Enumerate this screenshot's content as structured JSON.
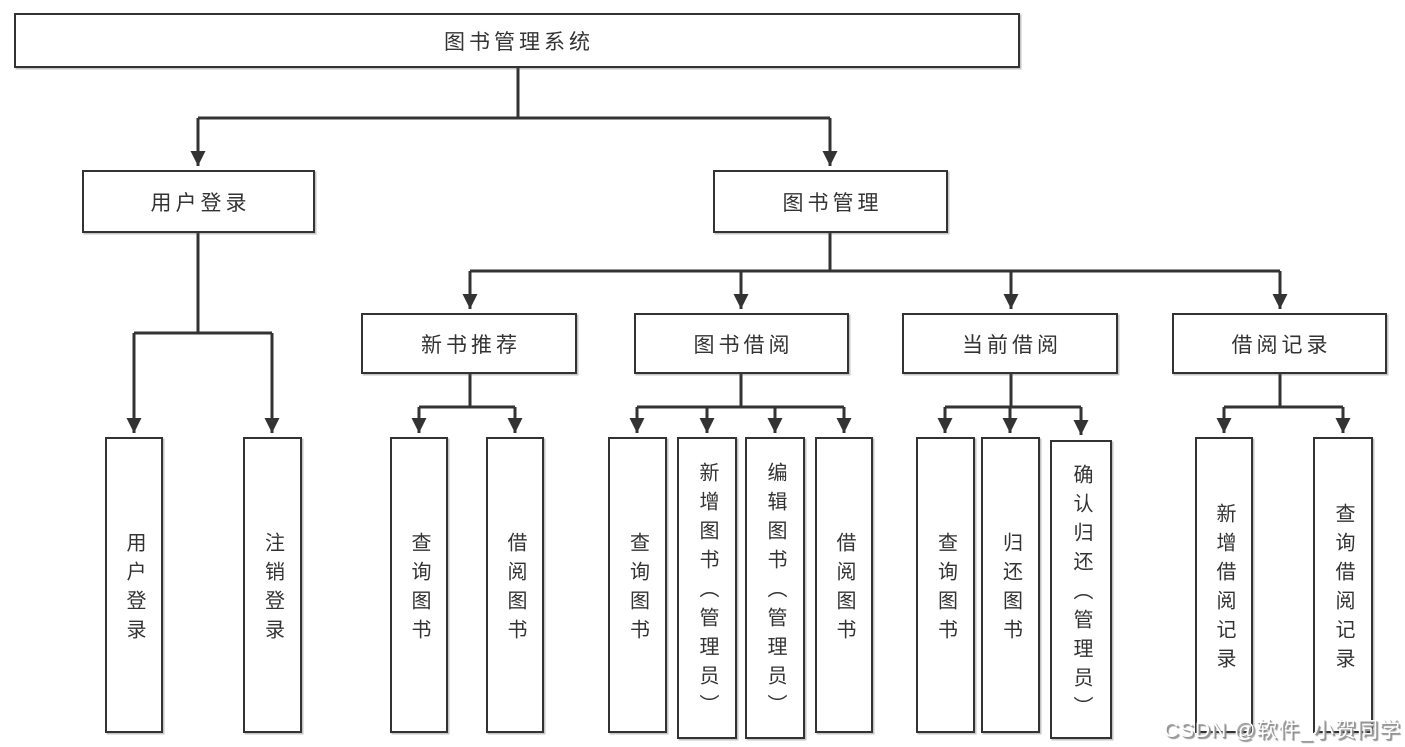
{
  "colors": {
    "line": "#333333",
    "box_border": "#333333",
    "text": "#333333",
    "background": "#ffffff",
    "watermark_text": "#fdfdfd",
    "watermark_shadow": "#8c8c8c"
  },
  "tree": {
    "root": {
      "label": "图书管理系统"
    },
    "level2": [
      {
        "label": "用户登录"
      },
      {
        "label": "图书管理"
      }
    ],
    "level3": [
      {
        "label": "新书推荐"
      },
      {
        "label": "图书借阅"
      },
      {
        "label": "当前借阅"
      },
      {
        "label": "借阅记录"
      }
    ],
    "leaves": {
      "login": [
        "用户登录",
        "注销登录"
      ],
      "recommend": [
        "查询图书",
        "借阅图书"
      ],
      "borrow": [
        "查询图书",
        "新增图书（管理员）",
        "编辑图书（管理员）",
        "借阅图书"
      ],
      "current": [
        "查询图书",
        "归还图书",
        "确认归还（管理员）"
      ],
      "records": [
        "新增借阅记录",
        "查询借阅记录"
      ]
    }
  },
  "watermark": {
    "text": "CSDN @软件_小贺同学"
  }
}
